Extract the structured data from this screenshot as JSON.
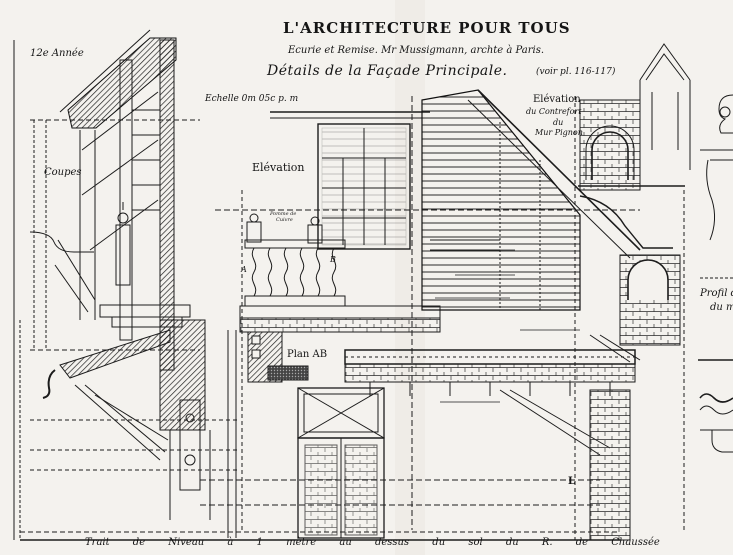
{
  "sheet": {
    "title": "L'ARCHITECTURE POUR TOUS",
    "subtitle": "Ecurie et Remise. Mr Mussigmann, archte à Paris.",
    "heading": "Détails de la Façade Principale.",
    "heading_ref": "(voir pl. 116-117)",
    "year": "12e Année",
    "scale": "Echelle 0m 05c p. m",
    "plate_number": "L"
  },
  "labels": {
    "elevation": "Elévation",
    "coupes": "Coupes",
    "elevation_contrefort_1": "Elévation",
    "elevation_contrefort_2": "du Contrefort",
    "elevation_contrefort_3": "du",
    "elevation_contrefort_4": "Mur Pignon",
    "plan_ab": "Plan AB",
    "profil_1": "Profil d",
    "profil_2": "du m",
    "leveling_line": "Trait de Niveau à 1 mètre au dessus du sol du R. de Chaussée",
    "pomme_1": "Pomme de",
    "pomme_2": "Cuivre"
  },
  "colors": {
    "paper": "#f4f2ee",
    "ink": "#1a1a1a",
    "hatch": "#2a2a2a"
  }
}
